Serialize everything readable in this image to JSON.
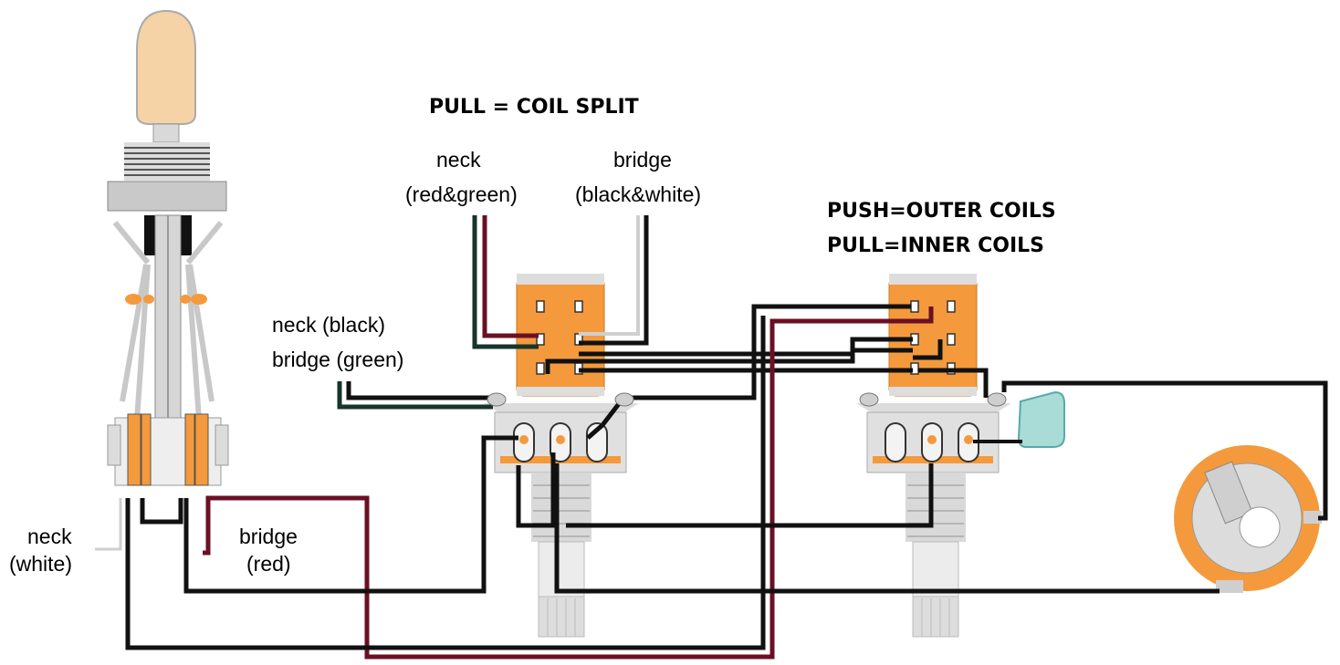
{
  "labels": {
    "pull_coil_split": "PULL = COIL SPLIT",
    "push_outer": "PUSH=OUTER COILS",
    "pull_inner": "PULL=INNER COILS",
    "neck_top": "neck",
    "neck_top_colors": "(red&green)",
    "bridge_top": "bridge",
    "bridge_top_colors": "(black&white)",
    "neck_black": "neck (black)",
    "bridge_green": "bridge (green)",
    "neck_white_1": "neck",
    "neck_white_2": "(white)",
    "bridge_red_1": "bridge",
    "bridge_red_2": "(red)"
  },
  "colors": {
    "orange": "#f49a3c",
    "maroon": "#6b1024",
    "dark_green": "#16352c",
    "black": "#111111",
    "gray": "#cfcfcf",
    "cap": "#a9dcd6"
  }
}
